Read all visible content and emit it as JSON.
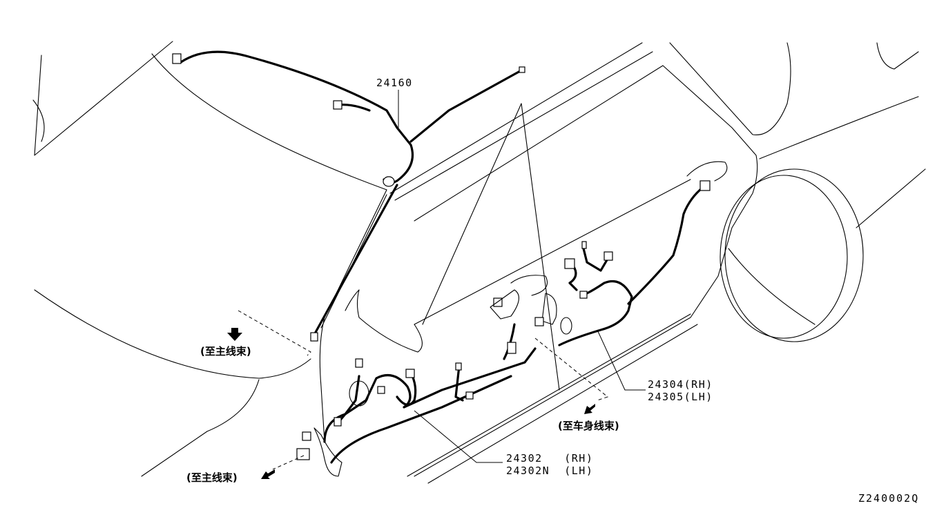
{
  "parts": [
    {
      "id": "roof-harness",
      "number": "24160"
    },
    {
      "id": "front-door-harness",
      "number_rh": "24302   (RH)",
      "number_lh": "24302N  (LH)"
    },
    {
      "id": "rear-door-harness",
      "number_rh": "24304(RH)",
      "number_lh": "24305(LH)"
    }
  ],
  "connection_notes": {
    "to_main_harness_upper": "(至主线束)",
    "to_main_harness_lower": "(至主线束)",
    "to_body_harness": "(至车身线束)"
  },
  "figure_code": "Z240002Q",
  "icons": {
    "direction_arrow": "arrow-icon"
  }
}
